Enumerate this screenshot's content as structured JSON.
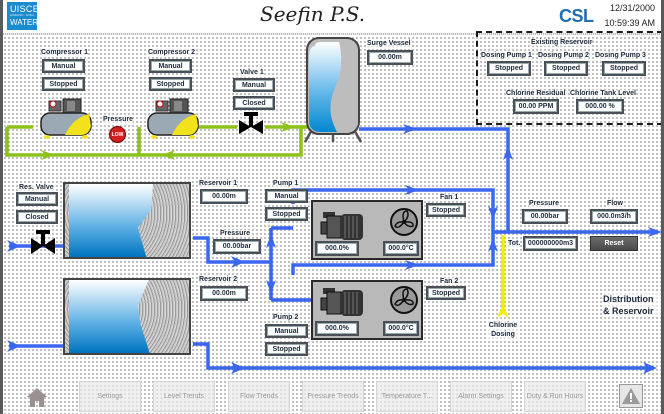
{
  "header": {
    "logo_line1": "UISCE",
    "logo_line2": "EIREANN : IRISH",
    "logo_line3": "WATER",
    "title": "Seefin P.S.",
    "brand": "CSL",
    "date": "12/31/2000",
    "time": "10:59:39 AM"
  },
  "colors": {
    "water_pipe": "#3a66f0",
    "air_pipe": "#8cc21a",
    "chlorine_pipe": "#f2ef00",
    "alarm_low": "#d42020",
    "brand": "#1f6eb0"
  },
  "compressors": [
    {
      "label": "Compressor 1",
      "mode": "Manual",
      "status": "Stopped"
    },
    {
      "label": "Compressor 2",
      "mode": "Manual",
      "status": "Stopped"
    }
  ],
  "air_pressure": {
    "label": "Pressure",
    "indicator": "LOW"
  },
  "valve1": {
    "label": "Valve 1",
    "mode": "Manual",
    "status": "Closed"
  },
  "surge_vessel": {
    "label": "Surge Vessel",
    "value": "00.00m"
  },
  "existing_reservoir": {
    "title": "Existing Reservoir",
    "dosing_pumps": [
      {
        "label": "Dosing Pump 1",
        "status": "Stopped"
      },
      {
        "label": "Dosing Pump 2",
        "status": "Stopped"
      },
      {
        "label": "Dosing Pump 3",
        "status": "Stopped"
      }
    ],
    "chlorine_residual": {
      "label": "Chlorine Residual",
      "value": "00.00 PPM"
    },
    "chlorine_tank_level": {
      "label": "Chlorine Tank Level",
      "value": "000.00 %"
    }
  },
  "res_valve": {
    "label": "Res. Valve",
    "mode": "Manual",
    "status": "Closed"
  },
  "reservoir1": {
    "label": "Reservoir 1",
    "value": "00.00m"
  },
  "reservoir2": {
    "label": "Reservoir 2",
    "value": "00.00m"
  },
  "suction_pressure": {
    "label": "Pressure",
    "value": "00.00bar"
  },
  "pump1": {
    "label": "Pump 1",
    "mode": "Manual",
    "status": "Stopped",
    "speed": "000.0%",
    "temp": "000.0°C"
  },
  "pump2": {
    "label": "Pump 2",
    "mode": "Manual",
    "status": "Stopped",
    "speed": "000.0%",
    "temp": "000.0°C"
  },
  "fan1": {
    "label": "Fan 1",
    "status": "Stopped"
  },
  "fan2": {
    "label": "Fan 2",
    "status": "Stopped"
  },
  "discharge": {
    "pressure_label": "Pressure",
    "pressure_value": "00.00bar",
    "flow_label": "Flow",
    "flow_value": "000.0m3/h",
    "total_label": "Tot.",
    "total_value": "000000000m3",
    "reset_label": "Reset"
  },
  "chlorine_dosing_label": "Chlorine Dosing",
  "distribution_label": "Distribution & Reservoir",
  "nav": {
    "home_icon": "home-icon",
    "items": [
      "Settings",
      "Level Trends",
      "Flow Trends",
      "Pressure Trends",
      "Temperature T...",
      "Alarm Settings",
      "Duty & Run Hours"
    ],
    "alarm_icon": "warning-icon"
  }
}
